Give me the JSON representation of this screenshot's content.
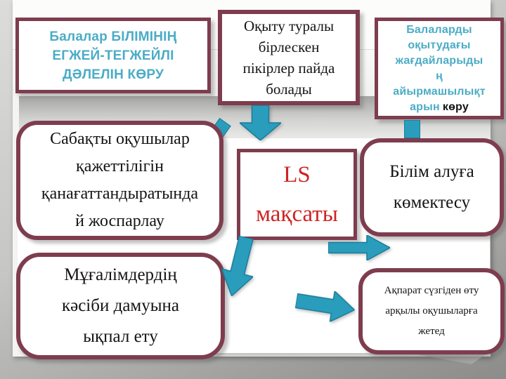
{
  "slide": {
    "center_box": {
      "text": "LS\nмақсаты"
    },
    "title_boxes": {
      "detail_evidence": {
        "text": "Балалар БІЛІМІНІҢ\nЕГЖЕЙ-ТЕГЖЕЙЛІ\nДӘЛЕЛІН КӨРУ"
      },
      "shared_opinions": {
        "text": "Оқыту туралы\nбірлескен\nпікірлер пайда\nболады"
      },
      "see_differences": {
        "text_primary": "Балаларды\nоқытудағы\nжағдайларыды\nң\nайырмашылықт\nарын",
        "text_suffix": "көру"
      }
    },
    "rounded_boxes": {
      "plan_lessons": {
        "text": "Сабақты оқушылар\nқажеттілігін\nқанағаттандыратында\nй жоспарлау"
      },
      "help_learning": {
        "text": "Білім алуға\nкөмектесу"
      },
      "professional_growth": {
        "text": "Мұғалімдердің\nкәсіби дамуына\nықпал ету"
      },
      "info_filter": {
        "text": "Ақпарат сүзгіден өту\nарқылы оқушыларға\nжетед"
      }
    },
    "colors": {
      "accent_teal_text": "#4BACC6",
      "arrow_teal_fill": "#2A9DBC",
      "arrow_teal_stroke": "#187C99",
      "border_maroon": "#7E3D4E",
      "center_red": "#CE2424"
    }
  }
}
